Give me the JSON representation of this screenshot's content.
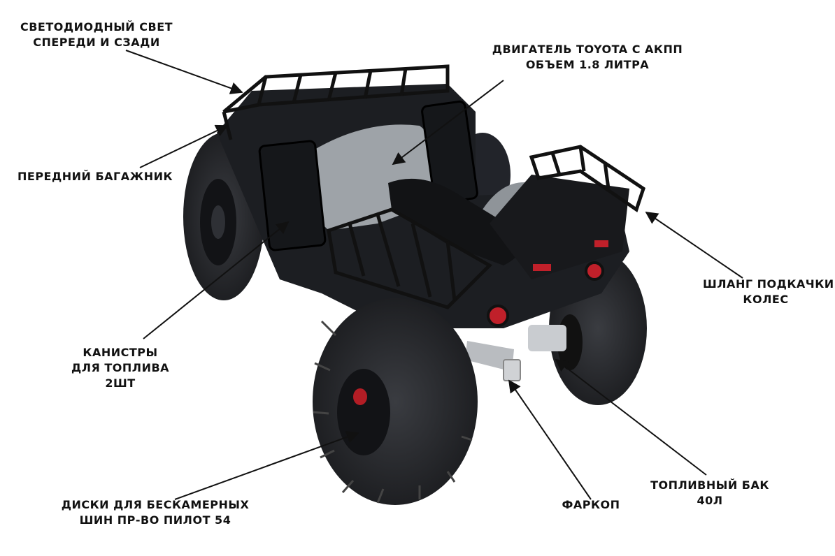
{
  "labels": {
    "led_light": [
      "СВЕТОДИОДНЫЙ СВЕТ",
      "СПЕРЕДИ И СЗАДИ"
    ],
    "engine": [
      "ДВИГАТЕЛЬ TOYOTA С АКПП",
      "ОБЪЕМ 1.8 ЛИТРА"
    ],
    "front_rack": [
      "ПЕРЕДНИЙ БАГАЖНИК"
    ],
    "pump_hose": [
      "ШЛАНГ ПОДКАЧКИ",
      "КОЛЕС"
    ],
    "fuel_cans": [
      "КАНИСТРЫ",
      "ДЛЯ ТОПЛИВА",
      "2ШТ"
    ],
    "wheel_discs": [
      "ДИСКИ ДЛЯ БЕСКАМЕРНЫХ",
      "ШИН ПР-ВО ПИЛОТ 54"
    ],
    "tow_hitch": [
      "ФАРКОП"
    ],
    "fuel_tank": [
      "ТОПЛИВНЫЙ БАК",
      "40Л"
    ]
  },
  "colors": {
    "text": "#111111",
    "leader": "#111111",
    "body_dark": "#1c1e22",
    "body_grey": "#9ea3a8",
    "tire": "#2a2c30",
    "taillight": "#c0202a"
  }
}
